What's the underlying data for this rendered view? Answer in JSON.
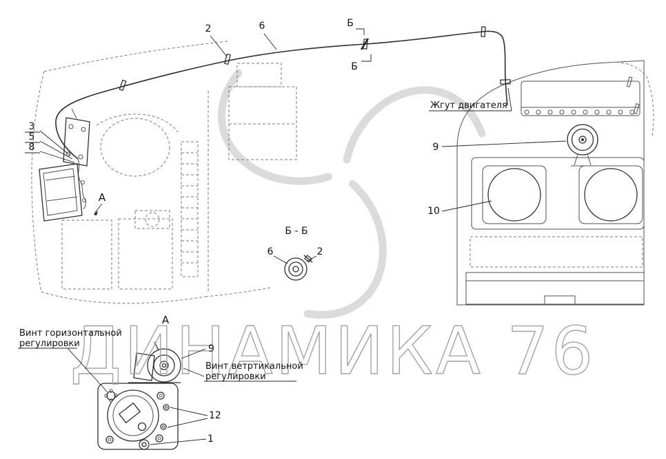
{
  "watermark": {
    "text": "ДИНАМИКА 76",
    "color": "#a3a3a3"
  },
  "view_labels": {
    "section_mark_top": "Б",
    "section_mark_mid": "Б",
    "view_arrow_main": "А",
    "section_title": "Б - Б",
    "detail_title": "А"
  },
  "callouts": {
    "harness_clip": "2",
    "harness_tie": "6",
    "lamp_item_3": "3",
    "lamp_item_5": "5",
    "lamp_item_8": "8",
    "horn": "9",
    "headlamp": "10",
    "bb_item_6": "6",
    "bb_item_2": "2",
    "detail_screw_9": "9",
    "detail_screws_12": "12",
    "detail_lamp_1": "1"
  },
  "labels": {
    "engine_harness": "Жгут двигателя",
    "horizontal_adjust_line1": "Винт горизонтальной",
    "horizontal_adjust_line2": "регулировки",
    "vertical_adjust_line1": "Винт ветртикальной",
    "vertical_adjust_line2": "регулировки"
  },
  "colors": {
    "line": "#2d2d2d",
    "dashed": "#7a7a7a",
    "watermark_logo": "#bdbdbd"
  }
}
